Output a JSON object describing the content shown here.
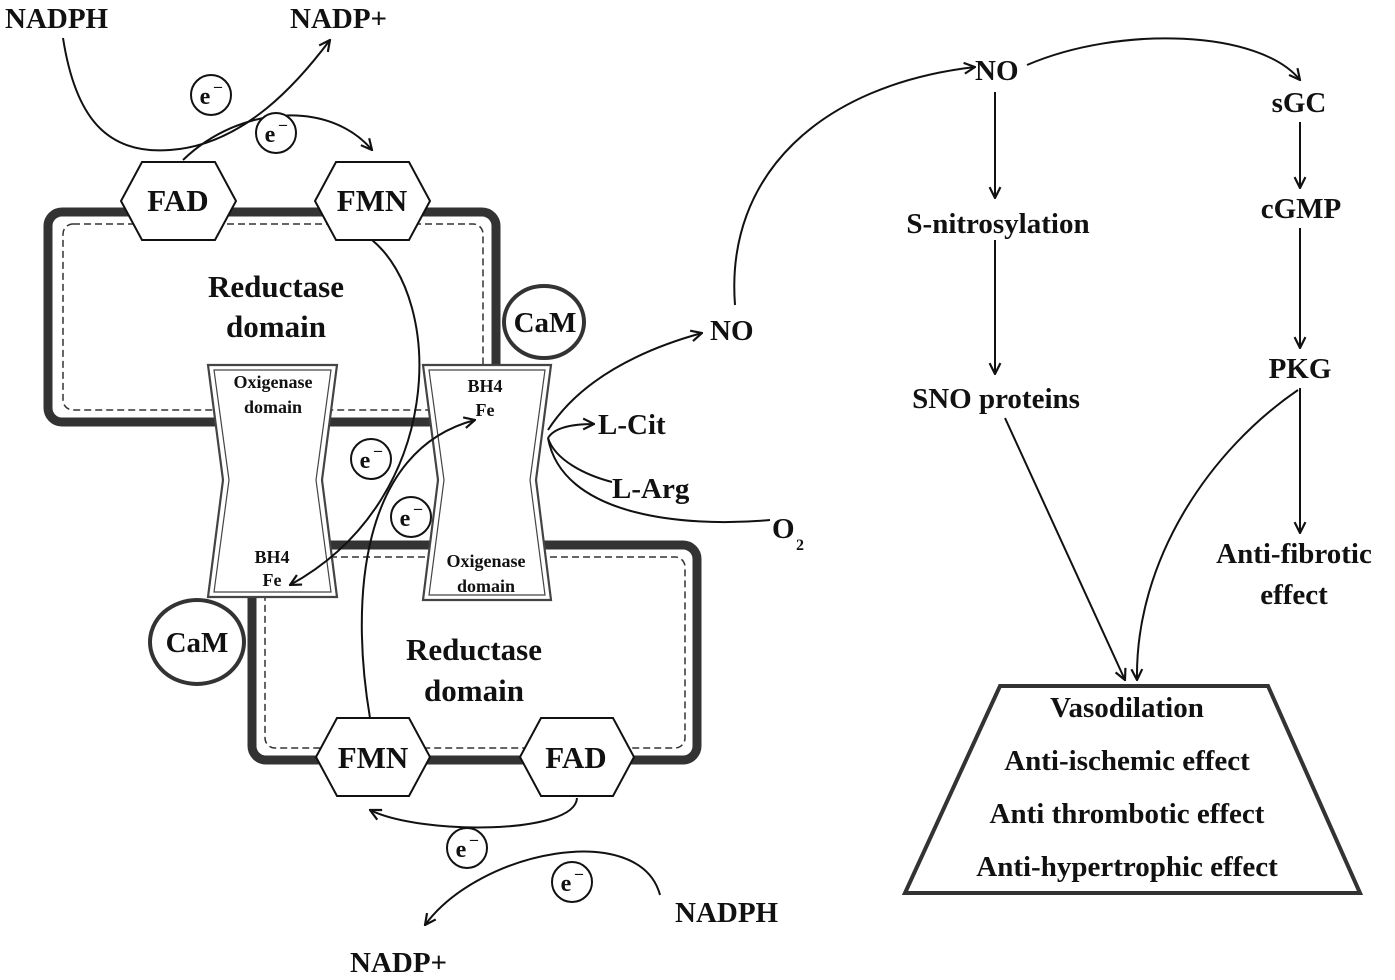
{
  "labels": {
    "nadph_top": "NADPH",
    "nadp_top": "NADP+",
    "nadph_bottom": "NADPH",
    "nadp_bottom": "NADP+",
    "fad_top": "FAD",
    "fmn_top": "FMN",
    "fmn_bottom": "FMN",
    "fad_bottom": "FAD",
    "reductase_top_line1": "Reductase",
    "reductase_top_line2": "domain",
    "reductase_bottom_line1": "Reductase",
    "reductase_bottom_line2": "domain",
    "cam_top": "CaM",
    "cam_bottom": "CaM",
    "oxygenase_left_line1": "Oxigenase",
    "oxygenase_left_line2": "domain",
    "bh4_left": "BH4",
    "fe_left": "Fe",
    "bh4_right": "BH4",
    "fe_right": "Fe",
    "oxygenase_right_line1": "Oxigenase",
    "oxygenase_right_line2": "domain",
    "no_mid": "NO",
    "l_cit": "L-Cit",
    "l_arg": "L-Arg",
    "o2_base": "O",
    "o2_sub": "2",
    "no_top": "NO",
    "sgc": "sGC",
    "cgmp": "cGMP",
    "pkg": "PKG",
    "s_nitrosylation": "S-nitrosylation",
    "sno_proteins": "SNO proteins",
    "anti_fibrotic_line1": "Anti-fibrotic",
    "anti_fibrotic_line2": "effect"
  },
  "electron": {
    "base": "e",
    "charge": "–"
  },
  "effects_box": [
    "Vasodilation",
    "Anti-ischemic effect",
    "Anti thrombotic effect",
    "Anti-hypertrophic effect"
  ],
  "colors": {
    "ink": "#111111",
    "domain_stroke": "#333333",
    "background": "#ffffff"
  }
}
